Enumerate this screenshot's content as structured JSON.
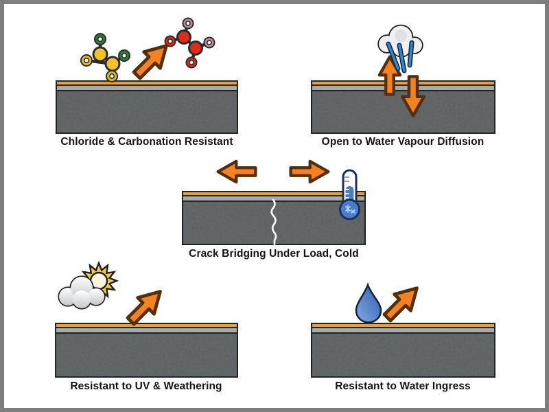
{
  "diagram_title": "Protective coating properties diagram",
  "frame": {
    "border_color": "#7d7d7d",
    "background": "#ffffff"
  },
  "colors": {
    "accent_arrow_orange": "#F58220",
    "arrow_outline": "#53300A",
    "coating_top_orange": "#E2A23B",
    "levelling_layer_gray": "#A6AAAB",
    "concrete_gray": "#5B5F5F",
    "slab_outline": "#232323",
    "vapour_line_blue": "#3F84C4",
    "thermometer_blue": "#4A7CCC",
    "water_drop_blue": "#3C6CB4",
    "sun_yellow": "#F2CF3A",
    "molecule_yellow": "#F0C424",
    "molecule_ring_green": "#2E7D32",
    "molecule_red": "#DD2B1C",
    "molecule_ring_mauve": "#BF8FA2",
    "crack_white": "#FFFFFF",
    "label_color": "#141414"
  },
  "slab_layers": [
    "top-coat",
    "levelling-coat",
    "concrete"
  ],
  "panels": [
    {
      "id": "chloride",
      "label": "Chloride & Carbonation Resistant",
      "icons": [
        "molecule-yellow-icon",
        "molecule-red-icon",
        "arrow-up-right-icon"
      ]
    },
    {
      "id": "vapour",
      "label": "Open to Water Vapour Diffusion",
      "icons": [
        "vapour-cloud-icon",
        "arrow-up-icon",
        "arrow-down-icon"
      ]
    },
    {
      "id": "crack-bridging",
      "label": "Crack Bridging Under Load, Cold",
      "icons": [
        "arrow-left-icon",
        "arrow-right-icon",
        "thermometer-cold-icon",
        "crack-line"
      ]
    },
    {
      "id": "uv",
      "label": "Resistant to UV & Weathering",
      "icons": [
        "sun-cloud-icon",
        "arrow-up-right-icon"
      ]
    },
    {
      "id": "water-ingress",
      "label": "Resistant to Water Ingress",
      "icons": [
        "water-drop-icon",
        "arrow-up-right-icon"
      ]
    }
  ]
}
